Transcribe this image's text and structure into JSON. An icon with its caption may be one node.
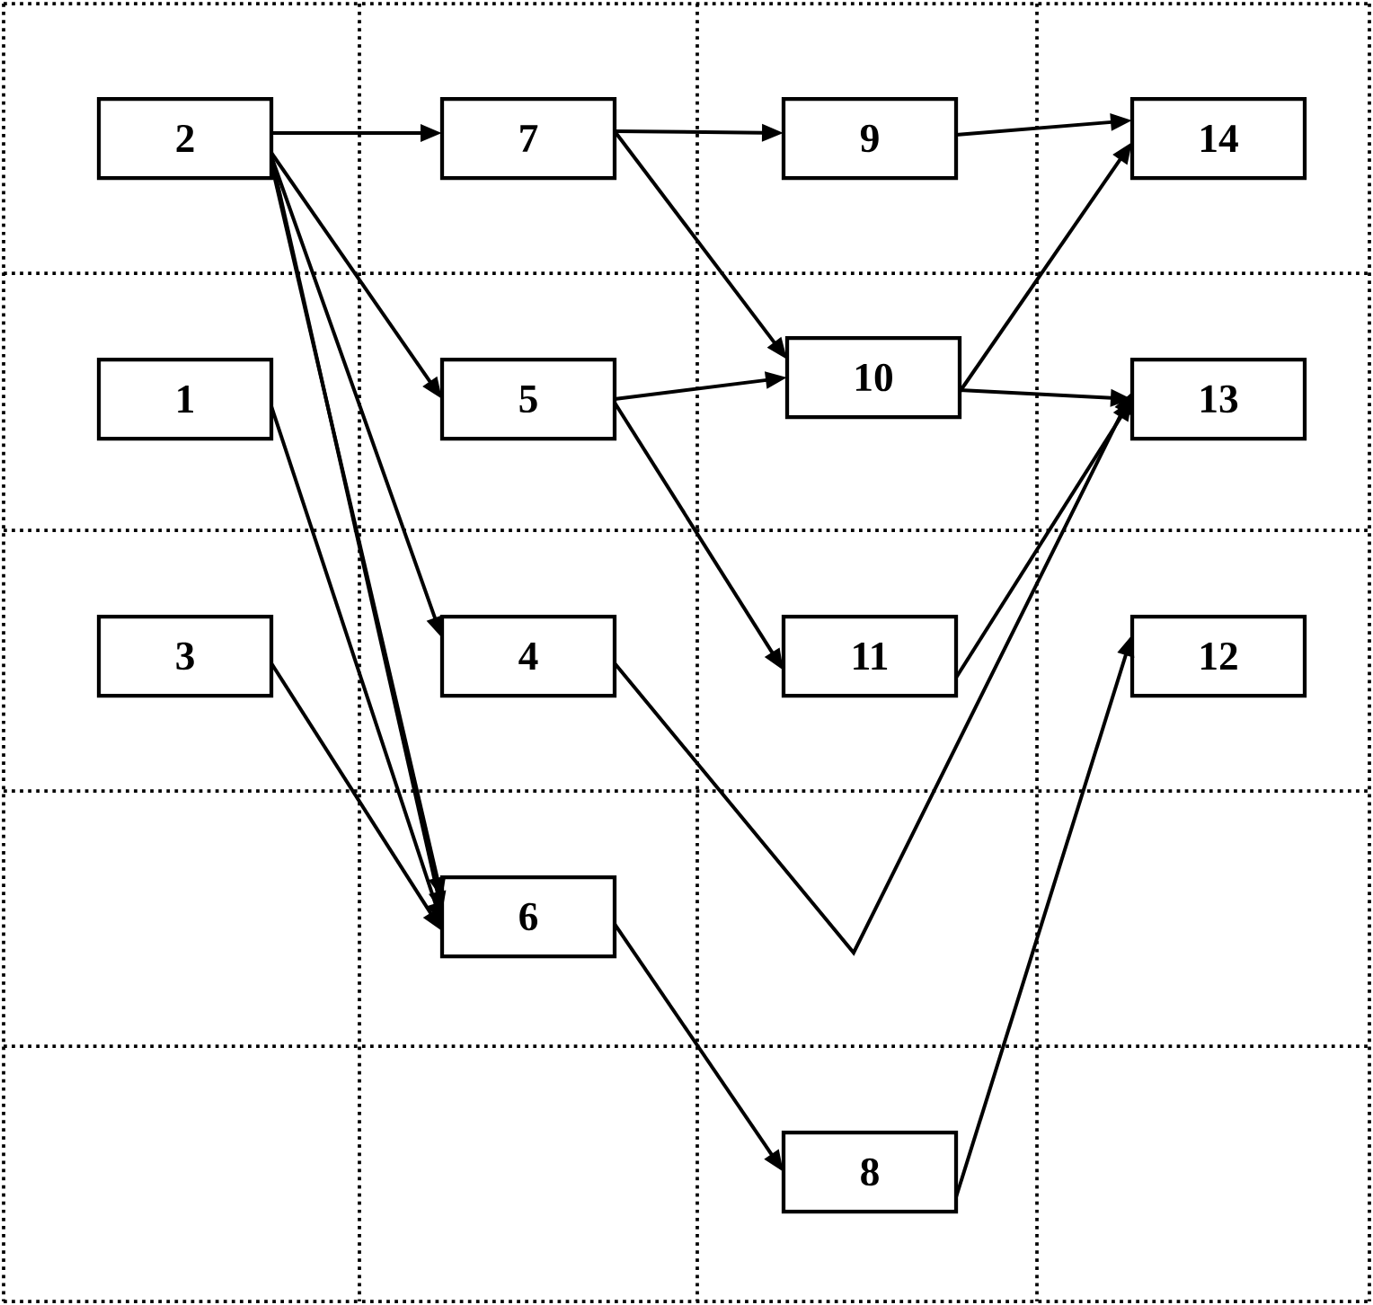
{
  "diagram": {
    "nodes": [
      {
        "text": [
          "2"
        ]
      },
      {
        "text": [
          "7"
        ]
      },
      {
        "text": [
          "9"
        ]
      },
      {
        "text": [
          "14"
        ]
      },
      {
        "text": [
          "1"
        ]
      },
      {
        "text": [
          "5"
        ]
      },
      {
        "text": [
          "10"
        ]
      },
      {
        "text": [
          "13"
        ]
      },
      {
        "text": [
          "3"
        ]
      },
      {
        "text": [
          "4"
        ]
      },
      {
        "text": [
          "11"
        ]
      },
      {
        "text": [
          "12"
        ]
      },
      {
        "text": [
          "6"
        ]
      },
      {
        "text": [
          "8"
        ]
      }
    ],
    "edges": [
      {
        "from": 0,
        "to": 1,
        "arrow": "to"
      },
      {
        "from": 0,
        "to": 5,
        "arrow": "to"
      },
      {
        "from": 0,
        "to": 9,
        "arrow": "to"
      },
      {
        "from": 0,
        "to": 12,
        "arrow": "to"
      },
      {
        "from": 0,
        "to": 12,
        "arrow": "to"
      },
      {
        "from": 4,
        "to": 12,
        "arrow": "to"
      },
      {
        "from": 8,
        "to": 12,
        "arrow": "to"
      },
      {
        "from": 1,
        "to": 2,
        "arrow": "to"
      },
      {
        "from": 1,
        "to": 6,
        "arrow": "to"
      },
      {
        "from": 2,
        "to": 3,
        "arrow": "to"
      },
      {
        "from": 6,
        "to": 3,
        "arrow": "to"
      },
      {
        "from": 5,
        "to": 6,
        "arrow": "to"
      },
      {
        "from": 5,
        "to": 10,
        "arrow": "to"
      },
      {
        "from": 6,
        "to": 7,
        "arrow": "to"
      },
      {
        "from": 10,
        "to": 7,
        "arrow": "to"
      },
      {
        "from": 9,
        "to": 7,
        "arrow": "to"
      },
      {
        "from": 12,
        "to": 13,
        "arrow": "to"
      },
      {
        "from": 13,
        "to": 11,
        "arrow": "to"
      }
    ]
  }
}
